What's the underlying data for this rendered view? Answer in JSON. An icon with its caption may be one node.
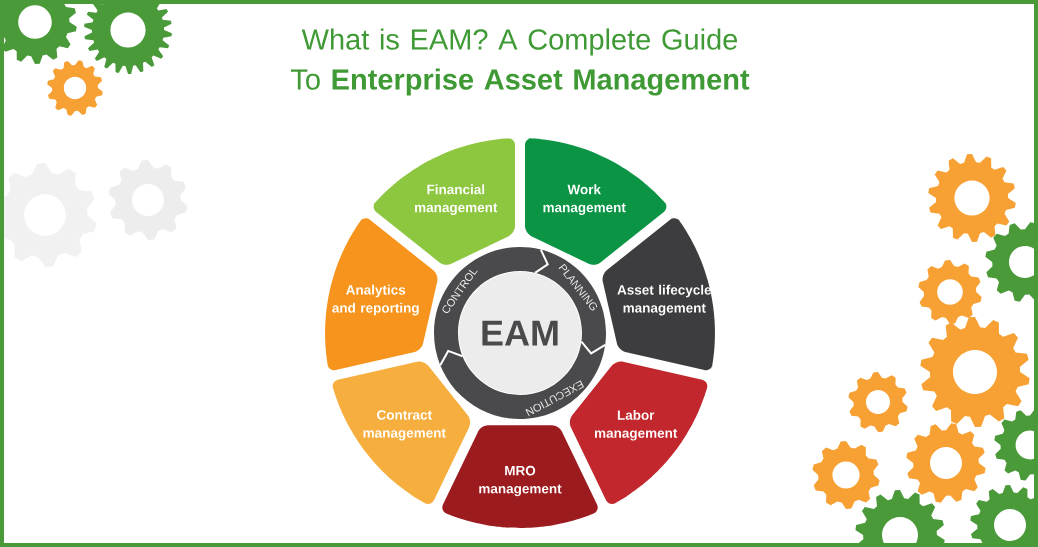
{
  "diagram": {
    "title": "What is EAM? A Complete Guide To **Enterprise Asset Management**",
    "nodes": [
      {
        "text": [
          "EAM"
        ]
      },
      {
        "text": [
          "Financial management"
        ]
      },
      {
        "text": [
          "Work management"
        ]
      },
      {
        "text": [
          "Asset lifecycle management"
        ]
      },
      {
        "text": [
          "Labor management"
        ]
      },
      {
        "text": [
          "MRO management"
        ]
      },
      {
        "text": [
          "Contract management"
        ]
      },
      {
        "text": [
          "Analytics and reporting"
        ]
      }
    ],
    "labels": [
      "CONTROL",
      "PLANNING",
      "EXECUTION"
    ]
  }
}
